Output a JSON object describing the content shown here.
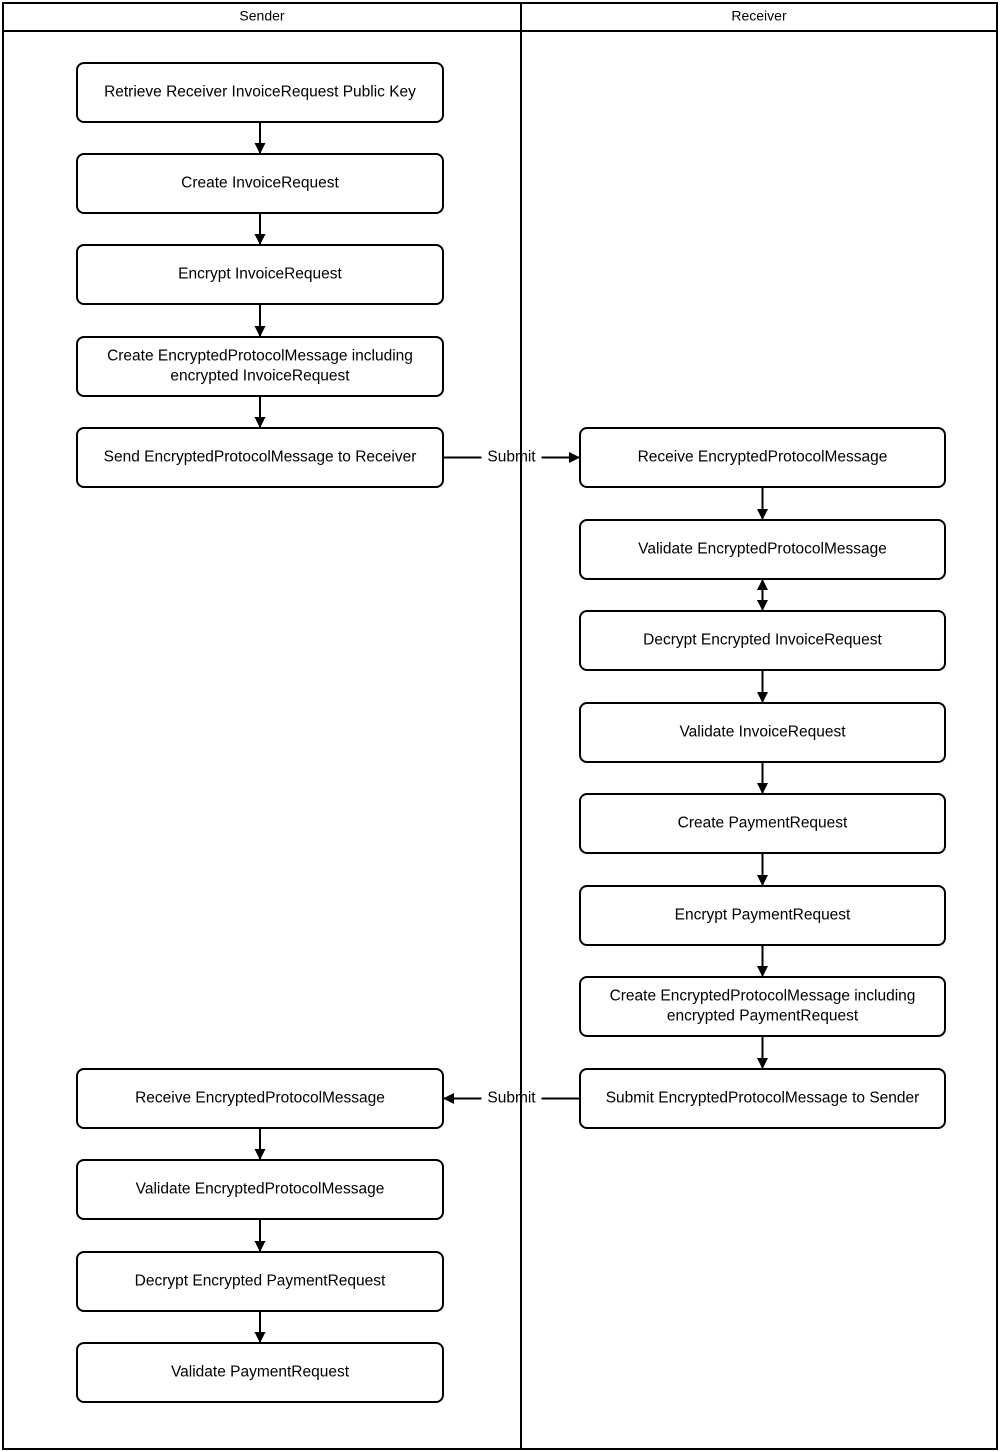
{
  "diagram": {
    "type": "swimlane-flowchart",
    "lanes": [
      {
        "id": "sender",
        "title": "Sender"
      },
      {
        "id": "receiver",
        "title": "Receiver"
      }
    ],
    "colors": {
      "stroke": "#000000",
      "fill": "#ffffff",
      "text": "#000000"
    },
    "nodes": [
      {
        "id": "s1",
        "lane": "sender",
        "lines": [
          "Retrieve Receiver InvoiceRequest Public Key"
        ]
      },
      {
        "id": "s2",
        "lane": "sender",
        "lines": [
          "Create InvoiceRequest"
        ]
      },
      {
        "id": "s3",
        "lane": "sender",
        "lines": [
          "Encrypt InvoiceRequest"
        ]
      },
      {
        "id": "s4",
        "lane": "sender",
        "lines": [
          "Create EncryptedProtocolMessage including",
          "encrypted InvoiceRequest"
        ]
      },
      {
        "id": "s5",
        "lane": "sender",
        "lines": [
          "Send EncryptedProtocolMessage to Receiver"
        ]
      },
      {
        "id": "r1",
        "lane": "receiver",
        "lines": [
          "Receive EncryptedProtocolMessage"
        ]
      },
      {
        "id": "r2",
        "lane": "receiver",
        "lines": [
          "Validate EncryptedProtocolMessage"
        ]
      },
      {
        "id": "r3",
        "lane": "receiver",
        "lines": [
          "Decrypt Encrypted InvoiceRequest"
        ]
      },
      {
        "id": "r4",
        "lane": "receiver",
        "lines": [
          "Validate InvoiceRequest"
        ]
      },
      {
        "id": "r5",
        "lane": "receiver",
        "lines": [
          "Create PaymentRequest"
        ]
      },
      {
        "id": "r6",
        "lane": "receiver",
        "lines": [
          "Encrypt PaymentRequest"
        ]
      },
      {
        "id": "r7",
        "lane": "receiver",
        "lines": [
          "Create EncryptedProtocolMessage including",
          "encrypted PaymentRequest"
        ]
      },
      {
        "id": "r8",
        "lane": "receiver",
        "lines": [
          "Submit EncryptedProtocolMessage to Sender"
        ]
      },
      {
        "id": "s6",
        "lane": "sender",
        "lines": [
          "Receive EncryptedProtocolMessage"
        ]
      },
      {
        "id": "s7",
        "lane": "sender",
        "lines": [
          "Validate EncryptedProtocolMessage"
        ]
      },
      {
        "id": "s8",
        "lane": "sender",
        "lines": [
          "Decrypt Encrypted PaymentRequest"
        ]
      },
      {
        "id": "s9",
        "lane": "sender",
        "lines": [
          "Validate PaymentRequest"
        ]
      }
    ],
    "edges": [
      {
        "from": "s1",
        "to": "s2",
        "label": "",
        "direction": "down"
      },
      {
        "from": "s2",
        "to": "s3",
        "label": "",
        "direction": "down"
      },
      {
        "from": "s3",
        "to": "s4",
        "label": "",
        "direction": "down"
      },
      {
        "from": "s4",
        "to": "s5",
        "label": "",
        "direction": "down"
      },
      {
        "from": "s5",
        "to": "r1",
        "label": "Submit",
        "direction": "right"
      },
      {
        "from": "r1",
        "to": "r2",
        "label": "",
        "direction": "down"
      },
      {
        "from": "r2",
        "to": "r3",
        "label": "",
        "direction": "bidirectional"
      },
      {
        "from": "r3",
        "to": "r4",
        "label": "",
        "direction": "down"
      },
      {
        "from": "r4",
        "to": "r5",
        "label": "",
        "direction": "down"
      },
      {
        "from": "r5",
        "to": "r6",
        "label": "",
        "direction": "down"
      },
      {
        "from": "r6",
        "to": "r7",
        "label": "",
        "direction": "down"
      },
      {
        "from": "r7",
        "to": "r8",
        "label": "",
        "direction": "down"
      },
      {
        "from": "r8",
        "to": "s6",
        "label": "Submit",
        "direction": "left"
      },
      {
        "from": "s6",
        "to": "s7",
        "label": "",
        "direction": "down"
      },
      {
        "from": "s7",
        "to": "s8",
        "label": "",
        "direction": "down"
      },
      {
        "from": "s8",
        "to": "s9",
        "label": "",
        "direction": "down"
      }
    ]
  }
}
